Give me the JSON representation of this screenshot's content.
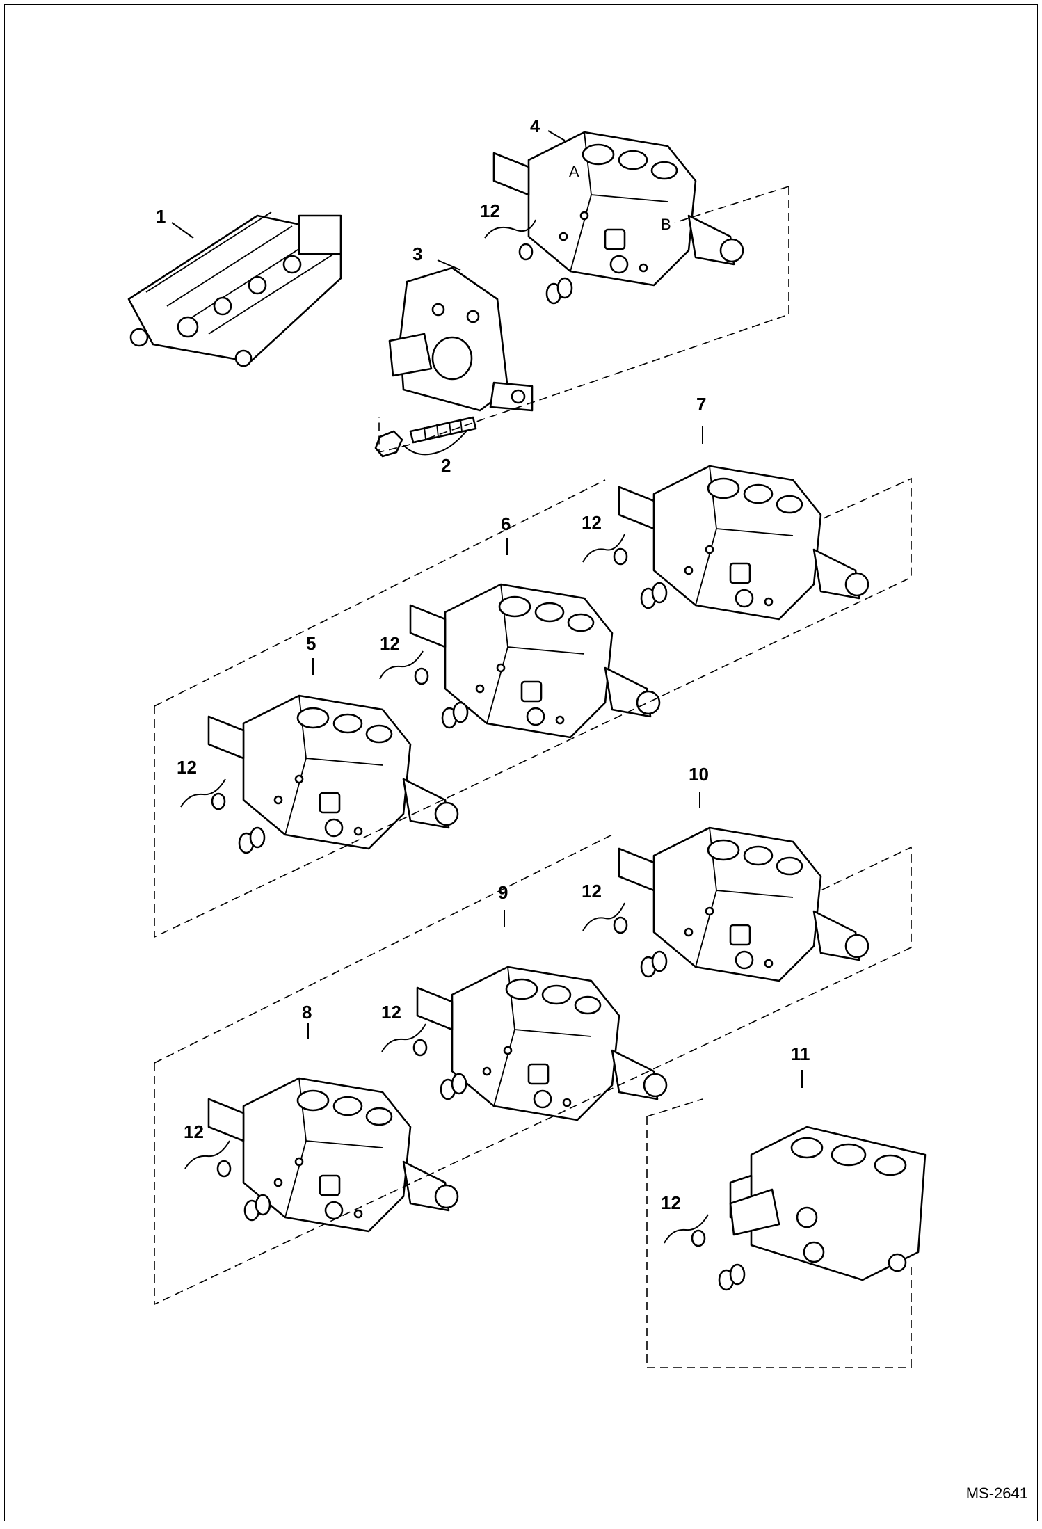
{
  "diagram": {
    "reference_code": "MS-2641",
    "callouts": {
      "c1": "1",
      "c2": "2",
      "c3": "3",
      "c4": "4",
      "c5": "5",
      "c6": "6",
      "c7": "7",
      "c8": "8",
      "c9": "9",
      "c10": "10",
      "c11": "11",
      "c12": "12"
    },
    "port_marks": {
      "a": "A",
      "b": "B"
    }
  }
}
